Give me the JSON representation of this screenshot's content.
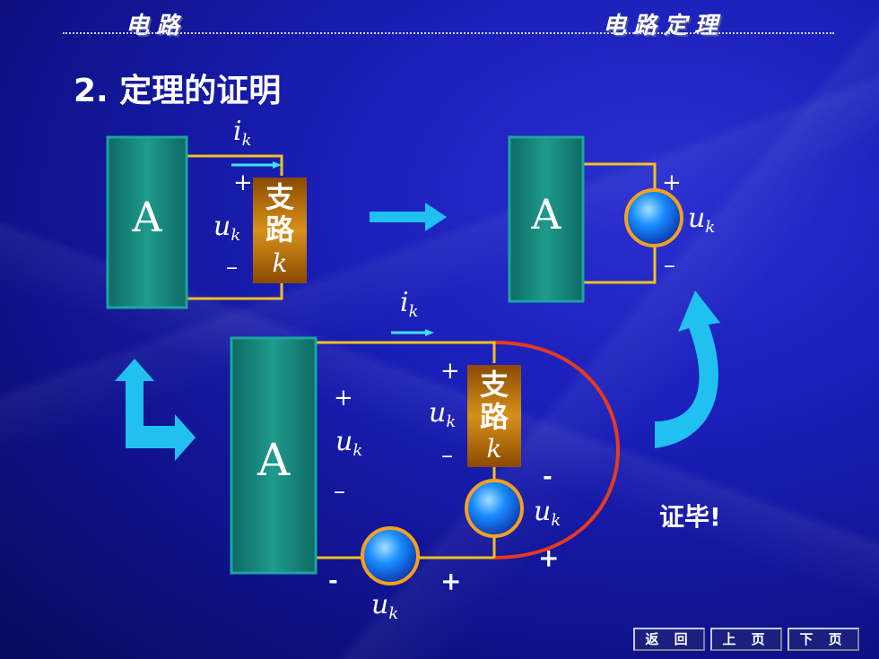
{
  "header": {
    "left": "电路",
    "right": "电路定理"
  },
  "title": "2. 定理的证明",
  "proof_done": "证毕!",
  "labels": {
    "network": "A",
    "branch_line1": "支",
    "branch_line2": "路",
    "branch_k": "k",
    "current": "i",
    "voltage": "u",
    "sub": "k",
    "plus": "+",
    "minus": "–",
    "dash": "-"
  },
  "nav": {
    "back": "返 回",
    "prev": "上 页",
    "next": "下 页"
  },
  "colors": {
    "wire": "#f5c020",
    "block": "#1a8a80",
    "branch": "#c07a10",
    "source": "#1a80ff",
    "red_wire": "#e83a20",
    "arrow": "#20c0f0"
  }
}
